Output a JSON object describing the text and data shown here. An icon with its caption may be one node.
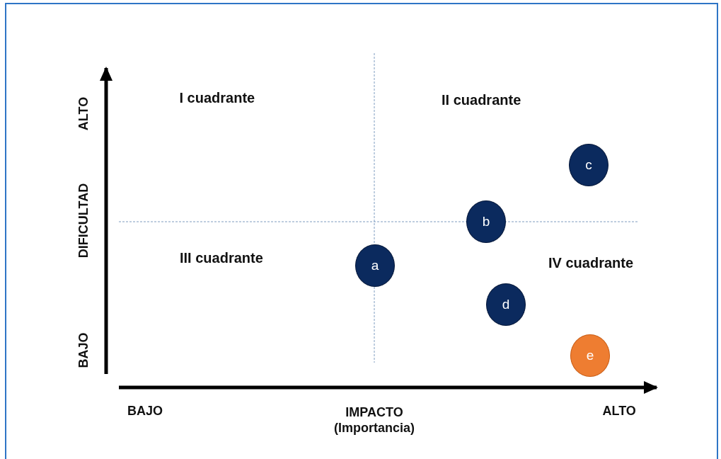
{
  "diagram": {
    "nodes": [
      {
        "text": [
          "c"
        ]
      },
      {
        "text": [
          "b"
        ]
      },
      {
        "text": [
          "a"
        ]
      },
      {
        "text": [
          "d"
        ]
      },
      {
        "text": [
          "e"
        ]
      }
    ],
    "labels": [
      "I cuadrante",
      "II cuadrante",
      "ALTO",
      "DIFICULTAD",
      "III cuadrante",
      "IV cuadrante",
      "BAJO",
      "BAJO",
      "IMPACTO (Importancia)",
      "ALTO"
    ]
  }
}
